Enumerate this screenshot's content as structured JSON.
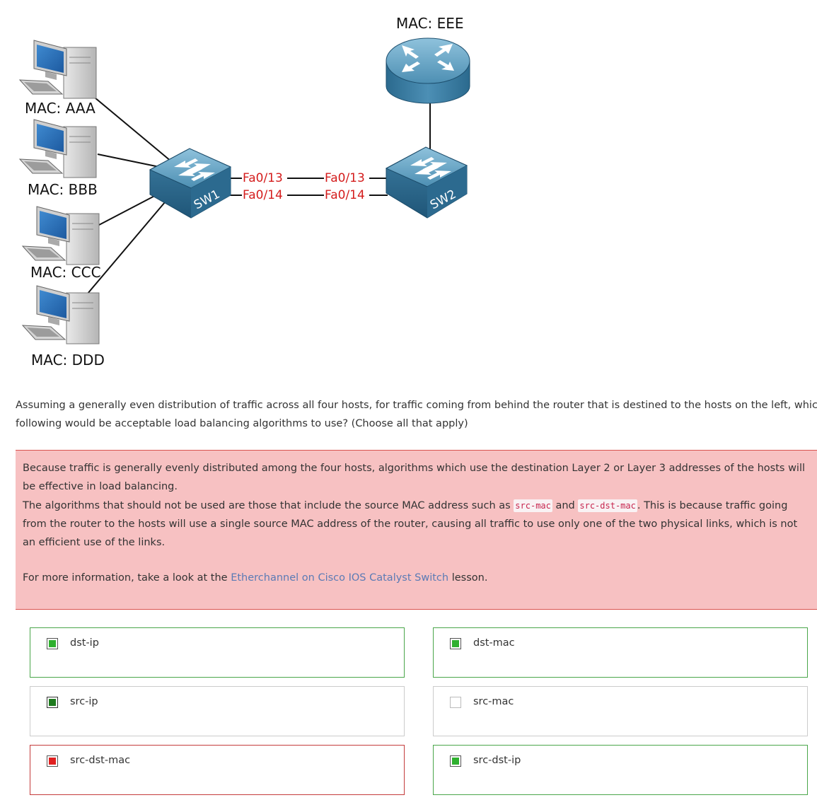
{
  "diagram": {
    "hosts": [
      {
        "mac_label": "MAC: AAA"
      },
      {
        "mac_label": "MAC: BBB"
      },
      {
        "mac_label": "MAC: CCC"
      },
      {
        "mac_label": "MAC: DDD"
      }
    ],
    "router": {
      "mac_label": "MAC: EEE"
    },
    "sw1": {
      "label": "SW1",
      "ports": [
        "Fa0/13",
        "Fa0/14"
      ]
    },
    "sw2": {
      "label": "SW2",
      "ports": [
        "Fa0/13",
        "Fa0/14"
      ]
    },
    "colors": {
      "port_label": "#d41c1c",
      "device_blue": "#3d7ea6"
    }
  },
  "question": {
    "line1": "Assuming a generally even distribution of traffic across all four hosts, for traffic coming from behind the router that is destined to the hosts on the left, which of the",
    "line2": "following would be acceptable load balancing algorithms to use? (Choose all that apply)"
  },
  "feedback": {
    "p1": "Because traffic is generally evenly distributed among the four hosts, algorithms which use the destination Layer 2 or Layer 3 addresses of the hosts will be effective in load balancing.",
    "p2_pre": "The algorithms that should not be used are those that include the source MAC address such as ",
    "p2_code1": "src-mac",
    "p2_mid": " and ",
    "p2_code2": "src-dst-mac",
    "p2_post": ". This is because traffic going from the router to the hosts will use a single source MAC address of the router, causing all traffic to use only one of the two physical links, which is not an efficient use of the links.",
    "p3_pre": "For more information, take a look at the ",
    "p3_link": "Etherchannel on Cisco IOS Catalyst Switch",
    "p3_post": " lesson.",
    "colors": {
      "background": "#f7c1c2",
      "border": "#d9534f",
      "link": "#5b7bb5"
    }
  },
  "answers": [
    {
      "label": "dst-ip",
      "checked": true,
      "state": "correct"
    },
    {
      "label": "dst-mac",
      "checked": true,
      "state": "correct"
    },
    {
      "label": "src-ip",
      "checked": true,
      "state": "neutral"
    },
    {
      "label": "src-mac",
      "checked": false,
      "state": "neutral"
    },
    {
      "label": "src-dst-mac",
      "checked": true,
      "state": "wrong"
    },
    {
      "label": "src-dst-ip",
      "checked": true,
      "state": "correct"
    }
  ]
}
